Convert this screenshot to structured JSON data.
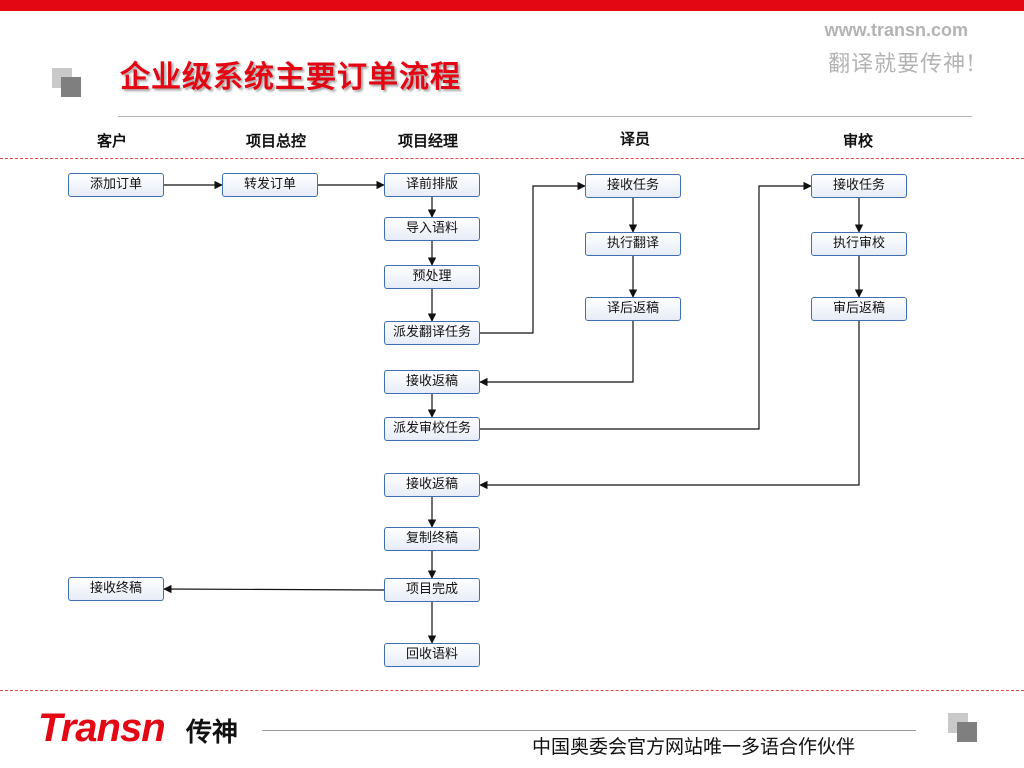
{
  "header": {
    "url": "www.transn.com",
    "slogan": "翻译就要传神!",
    "title": "企业级系统主要订单流程"
  },
  "lanes": [
    {
      "id": "customer",
      "label": "客户"
    },
    {
      "id": "pm_control",
      "label": "项目总控"
    },
    {
      "id": "pm",
      "label": "项目经理"
    },
    {
      "id": "translator",
      "label": "译员"
    },
    {
      "id": "reviewer",
      "label": "审校"
    }
  ],
  "nodes": [
    {
      "id": "add_order",
      "lane": "customer",
      "label": "添加订单"
    },
    {
      "id": "forward_order",
      "lane": "pm_control",
      "label": "转发订单"
    },
    {
      "id": "pre_format",
      "lane": "pm",
      "label": "译前排版"
    },
    {
      "id": "import_corpus",
      "lane": "pm",
      "label": "导入语料"
    },
    {
      "id": "preprocess",
      "lane": "pm",
      "label": "预处理"
    },
    {
      "id": "dispatch_translation",
      "lane": "pm",
      "label": "派发翻译任务"
    },
    {
      "id": "receive_return_1",
      "lane": "pm",
      "label": "接收返稿"
    },
    {
      "id": "dispatch_review",
      "lane": "pm",
      "label": "派发审校任务"
    },
    {
      "id": "receive_return_2",
      "lane": "pm",
      "label": "接收返稿"
    },
    {
      "id": "copy_final",
      "lane": "pm",
      "label": "复制终稿"
    },
    {
      "id": "project_done",
      "lane": "pm",
      "label": "项目完成"
    },
    {
      "id": "recycle_corpus",
      "lane": "pm",
      "label": "回收语料"
    },
    {
      "id": "receive_task_t",
      "lane": "translator",
      "label": "接收任务"
    },
    {
      "id": "do_translate",
      "lane": "translator",
      "label": "执行翻译"
    },
    {
      "id": "post_return_t",
      "lane": "translator",
      "label": "译后返稿"
    },
    {
      "id": "receive_task_r",
      "lane": "reviewer",
      "label": "接收任务"
    },
    {
      "id": "do_review",
      "lane": "reviewer",
      "label": "执行审校"
    },
    {
      "id": "post_return_r",
      "lane": "reviewer",
      "label": "审后返稿"
    },
    {
      "id": "receive_final",
      "lane": "customer",
      "label": "接收终稿"
    }
  ],
  "edges": [
    {
      "from": "add_order",
      "to": "forward_order"
    },
    {
      "from": "forward_order",
      "to": "pre_format"
    },
    {
      "from": "pre_format",
      "to": "import_corpus"
    },
    {
      "from": "import_corpus",
      "to": "preprocess"
    },
    {
      "from": "preprocess",
      "to": "dispatch_translation"
    },
    {
      "from": "dispatch_translation",
      "to": "receive_task_t"
    },
    {
      "from": "receive_task_t",
      "to": "do_translate"
    },
    {
      "from": "do_translate",
      "to": "post_return_t"
    },
    {
      "from": "post_return_t",
      "to": "receive_return_1"
    },
    {
      "from": "receive_return_1",
      "to": "dispatch_review"
    },
    {
      "from": "dispatch_review",
      "to": "receive_task_r"
    },
    {
      "from": "receive_task_r",
      "to": "do_review"
    },
    {
      "from": "do_review",
      "to": "post_return_r"
    },
    {
      "from": "post_return_r",
      "to": "receive_return_2"
    },
    {
      "from": "receive_return_2",
      "to": "copy_final"
    },
    {
      "from": "copy_final",
      "to": "project_done"
    },
    {
      "from": "project_done",
      "to": "receive_final"
    },
    {
      "from": "project_done",
      "to": "recycle_corpus"
    }
  ],
  "footer": {
    "logo_text": "Transn",
    "logo_cn": "传神",
    "tagline": "中国奥委会官方网站唯一多语合作伙伴"
  },
  "colors": {
    "brand_red": "#e30613",
    "node_border": "#3f6fb3",
    "divider": "#e34a4a"
  }
}
